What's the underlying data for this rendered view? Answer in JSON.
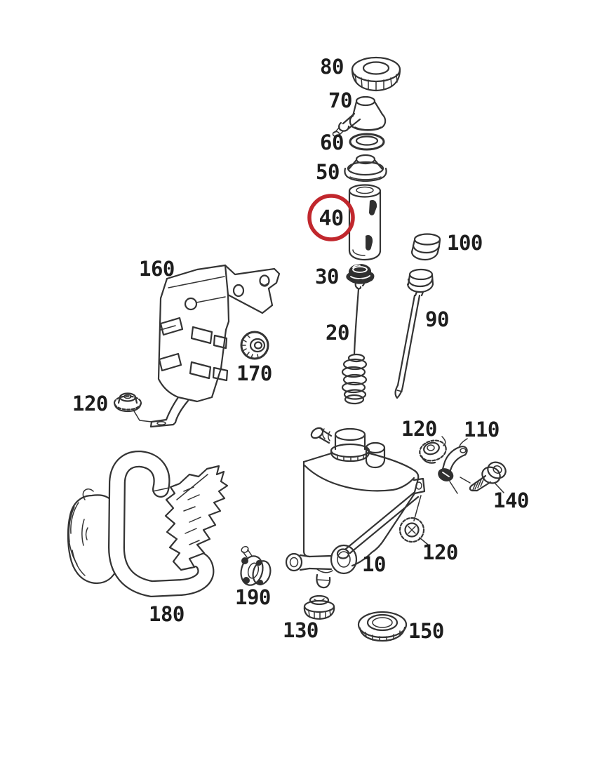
{
  "diagram": {
    "background": "#ffffff",
    "line_color": "#343434",
    "label_color": "#1d1d1d"
  },
  "highlight": {
    "circled_part": "40",
    "circle_color": "#c1272d"
  },
  "parts": [
    {
      "label": "80"
    },
    {
      "label": "70"
    },
    {
      "label": "60"
    },
    {
      "label": "50"
    },
    {
      "label": "40",
      "highlighted": true
    },
    {
      "label": "100"
    },
    {
      "label": "30"
    },
    {
      "label": "20"
    },
    {
      "label": "90"
    },
    {
      "label": "160"
    },
    {
      "label": "170"
    },
    {
      "label": "120"
    },
    {
      "label": "180"
    },
    {
      "label": "190"
    },
    {
      "label": "130"
    },
    {
      "label": "150"
    },
    {
      "label": "10"
    },
    {
      "label": "120"
    },
    {
      "label": "110"
    },
    {
      "label": "140"
    },
    {
      "label": "120"
    }
  ]
}
